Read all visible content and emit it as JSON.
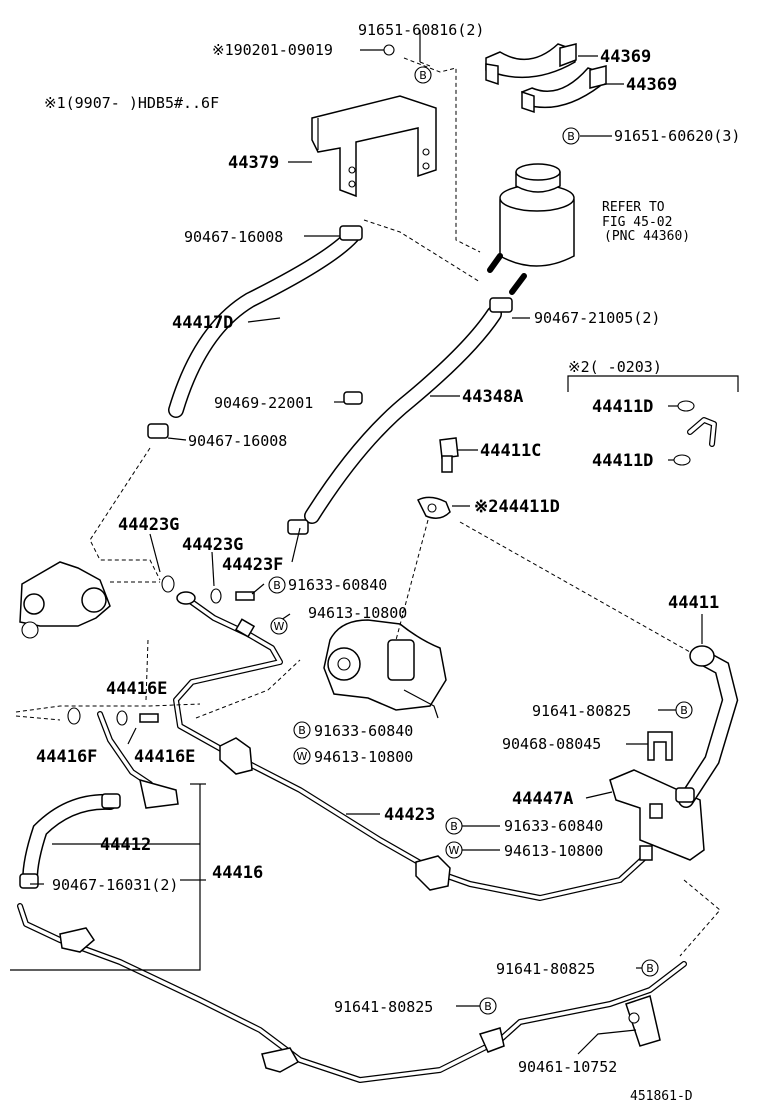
{
  "diagram": {
    "note1": "※1(9907-    )HDB5#..6F",
    "note2": "※2(     -0203)",
    "refer": [
      "REFER TO",
      "FIG 45-02",
      "(PNC 44360)"
    ],
    "figure_id": "451861-D",
    "symbols": {
      "b": "B",
      "w": "W"
    },
    "labels": [
      {
        "id": "p-91651-60816",
        "text": "91651-60816(2)"
      },
      {
        "id": "p-190201-09019",
        "text": "※190201-09019"
      },
      {
        "id": "p-44369-a",
        "text": "44369"
      },
      {
        "id": "p-44369-b",
        "text": "44369"
      },
      {
        "id": "p-44379",
        "text": "44379"
      },
      {
        "id": "p-91651-60620",
        "text": "91651-60620(3)"
      },
      {
        "id": "p-90467-16008-a",
        "text": "90467-16008"
      },
      {
        "id": "p-44417d",
        "text": "44417D"
      },
      {
        "id": "p-90467-21005",
        "text": "90467-21005(2)"
      },
      {
        "id": "p-90469-22001",
        "text": "90469-22001"
      },
      {
        "id": "p-44348a",
        "text": "44348A"
      },
      {
        "id": "p-90467-16008-b",
        "text": "90467-16008"
      },
      {
        "id": "p-44411d-a",
        "text": "44411D"
      },
      {
        "id": "p-44411c",
        "text": "44411C"
      },
      {
        "id": "p-44411d-b",
        "text": "44411D"
      },
      {
        "id": "p-44411d-c",
        "text": "※244411D"
      },
      {
        "id": "p-44423g-a",
        "text": "44423G"
      },
      {
        "id": "p-44423g-b",
        "text": "44423G"
      },
      {
        "id": "p-44423f",
        "text": "44423F"
      },
      {
        "id": "p-91633-60840-a",
        "text": "91633-60840"
      },
      {
        "id": "p-94613-10800-a",
        "text": "94613-10800"
      },
      {
        "id": "p-44411",
        "text": "44411"
      },
      {
        "id": "p-44416e-a",
        "text": "44416E"
      },
      {
        "id": "p-44416f",
        "text": "44416F"
      },
      {
        "id": "p-44416e-b",
        "text": "44416E"
      },
      {
        "id": "p-91633-60840-b",
        "text": "91633-60840"
      },
      {
        "id": "p-94613-10800-b",
        "text": "94613-10800"
      },
      {
        "id": "p-91641-80825-a",
        "text": "91641-80825"
      },
      {
        "id": "p-90468-08045",
        "text": "90468-08045"
      },
      {
        "id": "p-44447a",
        "text": "44447A"
      },
      {
        "id": "p-44423",
        "text": "44423"
      },
      {
        "id": "p-44412",
        "text": "44412"
      },
      {
        "id": "p-91633-60840-c",
        "text": "91633-60840"
      },
      {
        "id": "p-94613-10800-c",
        "text": "94613-10800"
      },
      {
        "id": "p-44416",
        "text": "44416"
      },
      {
        "id": "p-90467-16031",
        "text": "90467-16031(2)"
      },
      {
        "id": "p-91641-80825-b",
        "text": "91641-80825"
      },
      {
        "id": "p-91641-80825-c",
        "text": "91641-80825"
      },
      {
        "id": "p-90461-10752",
        "text": "90461-10752"
      }
    ]
  }
}
